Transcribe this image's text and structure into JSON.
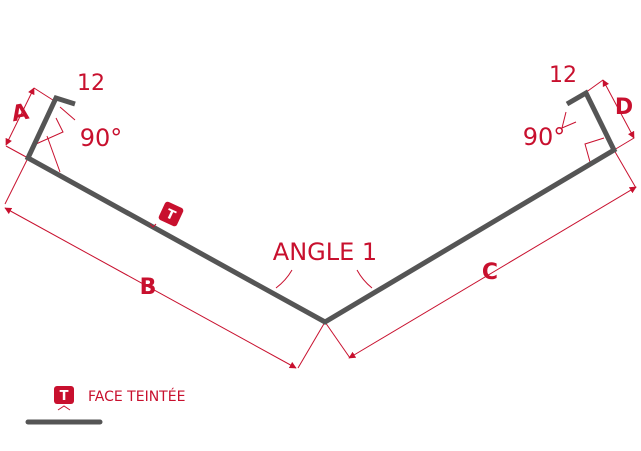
{
  "colors": {
    "profile": "#555555",
    "dimension": "#c8102e",
    "badge": "#c8102e"
  },
  "labels": {
    "a": "A",
    "b": "B",
    "c": "C",
    "d": "D",
    "left_return": "12",
    "right_return": "12",
    "left_angle": "90°",
    "right_angle": "90°",
    "center_angle": "ANGLE 1",
    "badge": "T"
  },
  "legend": {
    "badge": "T",
    "text": "FACE TEINTÉE"
  }
}
